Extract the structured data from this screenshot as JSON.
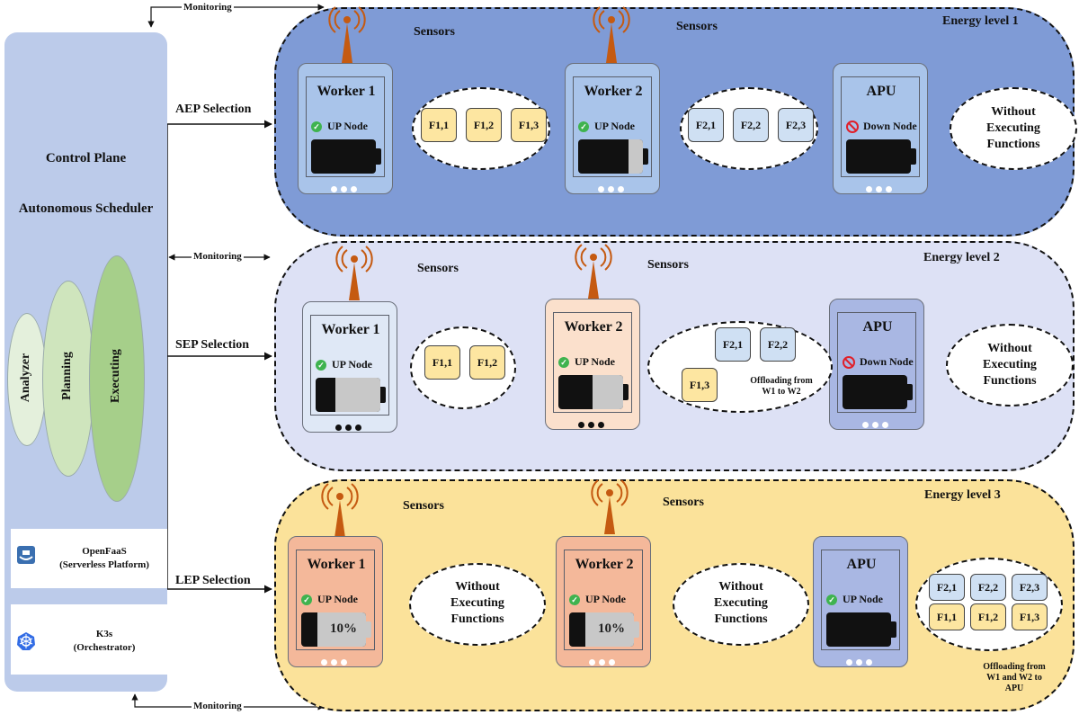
{
  "control_plane": {
    "title": "Control Plane",
    "scheduler": "Autonomous Scheduler",
    "phases": [
      "Analyzer",
      "Planning",
      "Executing"
    ],
    "openfaas": {
      "name": "OpenFaaS",
      "desc": "(Serverless Platform)"
    },
    "k3s": {
      "name": "K3s",
      "desc": "(Orchestrator)"
    }
  },
  "links": {
    "monitoring": "Monitoring",
    "aep": "AEP Selection",
    "sep": "SEP Selection",
    "lep": "LEP Selection"
  },
  "levels": [
    {
      "title": "Energy level 1",
      "sensors": [
        "Sensors",
        "Sensors"
      ],
      "nodes": [
        {
          "name": "Worker 1",
          "status": "UP Node"
        },
        {
          "name": "Worker 2",
          "status": "UP Node"
        },
        {
          "name": "APU",
          "status": "Down Node"
        }
      ],
      "functions_1": [
        "F1,1",
        "F1,2",
        "F1,3"
      ],
      "functions_2": [
        "F2,1",
        "F2,2",
        "F2,3"
      ],
      "none": [
        "Without",
        "Executing",
        "Functions"
      ]
    },
    {
      "title": "Energy level  2",
      "sensors": [
        "Sensors",
        "Sensors"
      ],
      "nodes": [
        {
          "name": "Worker 1",
          "status": "UP Node"
        },
        {
          "name": "Worker 2",
          "status": "UP Node"
        },
        {
          "name": "APU",
          "status": "Down Node"
        }
      ],
      "functions_1": [
        "F1,1",
        "F1,2"
      ],
      "functions_2": [
        "F2,1",
        "F2,2",
        "F1,3"
      ],
      "offload": [
        "Offloading from",
        "W1 to W2"
      ],
      "none": [
        "Without",
        "Executing",
        "Functions"
      ]
    },
    {
      "title": "Energy level  3",
      "sensors": [
        "Sensors",
        "Sensors"
      ],
      "nodes": [
        {
          "name": "Worker 1",
          "status": "UP Node",
          "battery": "10%"
        },
        {
          "name": "Worker 2",
          "status": "UP Node",
          "battery": "10%"
        },
        {
          "name": "APU",
          "status": "UP Node"
        }
      ],
      "none_1": [
        "Without",
        "Executing",
        "Functions"
      ],
      "none_2": [
        "Without",
        "Executing",
        "Functions"
      ],
      "functions_apu": [
        "F2,1",
        "F2,2",
        "F2,3",
        "F1,1",
        "F1,2",
        "F1,3"
      ],
      "offload": [
        "Offloading from",
        "W1 and W2 to",
        "APU"
      ]
    }
  ],
  "colors": {
    "level1": "#7f9bd6",
    "level2": "#dde1f5",
    "level3": "#fbe29a",
    "control_plane": "#bccbea",
    "antenna": "#c55a11",
    "func_yellow": "#fde6a1",
    "func_blue": "#cfe0f3"
  }
}
